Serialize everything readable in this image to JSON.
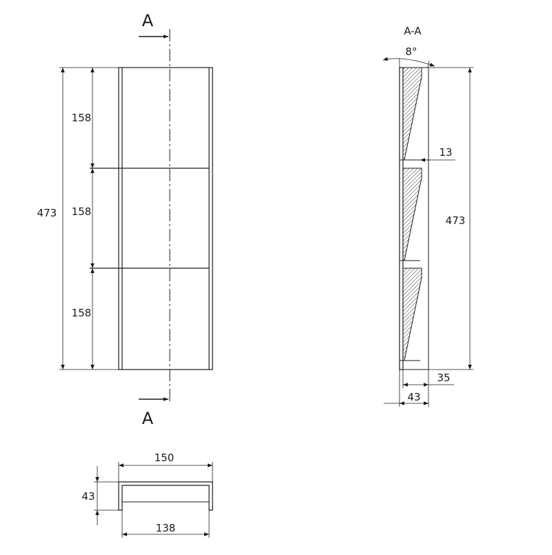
{
  "section_marker": {
    "letter": "A"
  },
  "front_view": {
    "overall_height": "473",
    "segment_heights": [
      "158",
      "158",
      "158"
    ]
  },
  "section_view": {
    "title": "A-A",
    "angle": "8°",
    "step": "13",
    "height": "473",
    "inner_depth": "35",
    "outer_depth": "43"
  },
  "top_view": {
    "outer_width": "150",
    "inner_width": "138",
    "depth": "43"
  }
}
